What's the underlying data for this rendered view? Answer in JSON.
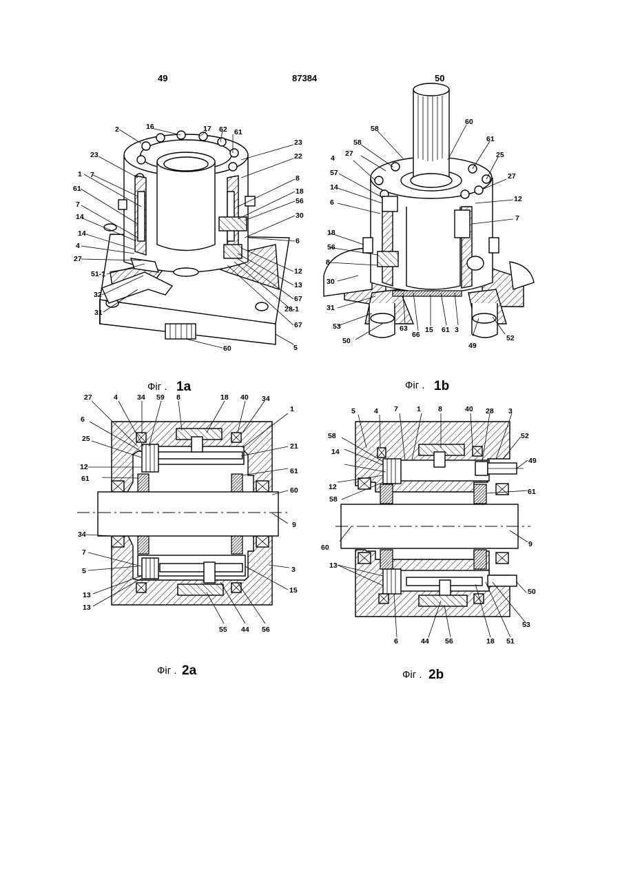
{
  "header": {
    "left_page": "49",
    "patent_number": "87384",
    "right_page": "50"
  },
  "figures": {
    "fig1a": {
      "caption_prefix": "Фіг .",
      "caption_num": "1a",
      "labels": [
        "2",
        "16",
        "17",
        "62",
        "61",
        "23",
        "22",
        "23",
        "7",
        "1",
        "61",
        "7",
        "14",
        "14",
        "4",
        "27",
        "51-1",
        "32",
        "31",
        "8",
        "18",
        "56",
        "30",
        "6",
        "12",
        "13",
        "67",
        "28-1",
        "67",
        "5",
        "60"
      ]
    },
    "fig1b": {
      "caption_prefix": "Фіг .",
      "caption_num": "1b",
      "labels": [
        "58",
        "60",
        "58",
        "27",
        "4",
        "57",
        "14",
        "6",
        "18",
        "56",
        "8",
        "30",
        "31",
        "53",
        "50",
        "61",
        "25",
        "27",
        "12",
        "7",
        "63",
        "66",
        "15",
        "61",
        "3",
        "49",
        "52"
      ]
    },
    "fig2a": {
      "caption_prefix": "Фіг .",
      "caption_num": "2a",
      "labels": [
        "27",
        "4",
        "34",
        "59",
        "8",
        "18",
        "40",
        "34",
        "6",
        "1",
        "25",
        "21",
        "12",
        "61",
        "61",
        "60",
        "9",
        "34",
        "7",
        "5",
        "3",
        "15",
        "13",
        "13",
        "55",
        "44",
        "56"
      ]
    },
    "fig2b": {
      "caption_prefix": "Фіг .",
      "caption_num": "2b",
      "labels": [
        "5",
        "4",
        "7",
        "1",
        "8",
        "40",
        "28",
        "3",
        "58",
        "52",
        "14",
        "49",
        "12",
        "58",
        "61",
        "60",
        "9",
        "13",
        "50",
        "6",
        "44",
        "56",
        "18",
        "51",
        "53"
      ]
    }
  }
}
